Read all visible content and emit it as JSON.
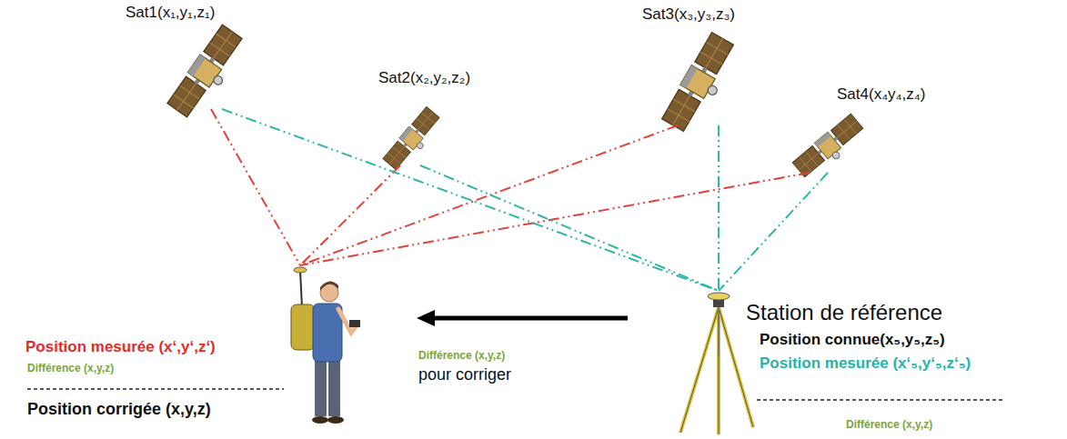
{
  "diagram": {
    "nodes": [
      {
        "text": [
          "Sat1(x₁,y₁,z₁)"
        ]
      },
      {
        "text": [
          "Sat2(x₂,y₂,z₂)"
        ]
      },
      {
        "text": [
          "Sat3(x₃,y₃,z₃)"
        ]
      },
      {
        "text": [
          "Sat4(x₄y₄,z₄)"
        ]
      },
      {
        "text": [
          "Position mesurée (x‘,y‘,z‘)",
          "Différence (x,y,z)",
          "Position corrigée (x,y,z)"
        ]
      },
      {
        "text": [
          "Station de référence",
          "Position connue(x₅,y₅,z₅)",
          "Position mesurée (x‘₅,y‘₅,z‘₅)",
          "Différence (x,y,z)"
        ]
      }
    ],
    "edges": [
      {
        "from": 0,
        "to": 4,
        "arrow": "none"
      },
      {
        "from": 1,
        "to": 4,
        "arrow": "none"
      },
      {
        "from": 2,
        "to": 4,
        "arrow": "none"
      },
      {
        "from": 3,
        "to": 4,
        "arrow": "none"
      },
      {
        "from": 0,
        "to": 5,
        "arrow": "none"
      },
      {
        "from": 1,
        "to": 5,
        "arrow": "none"
      },
      {
        "from": 2,
        "to": 5,
        "arrow": "none"
      },
      {
        "from": 3,
        "to": 5,
        "arrow": "none"
      },
      {
        "from": 5,
        "to": 4,
        "arrow": "to"
      }
    ],
    "labels": [
      "Différence (x,y,z)",
      "pour corriger"
    ]
  }
}
